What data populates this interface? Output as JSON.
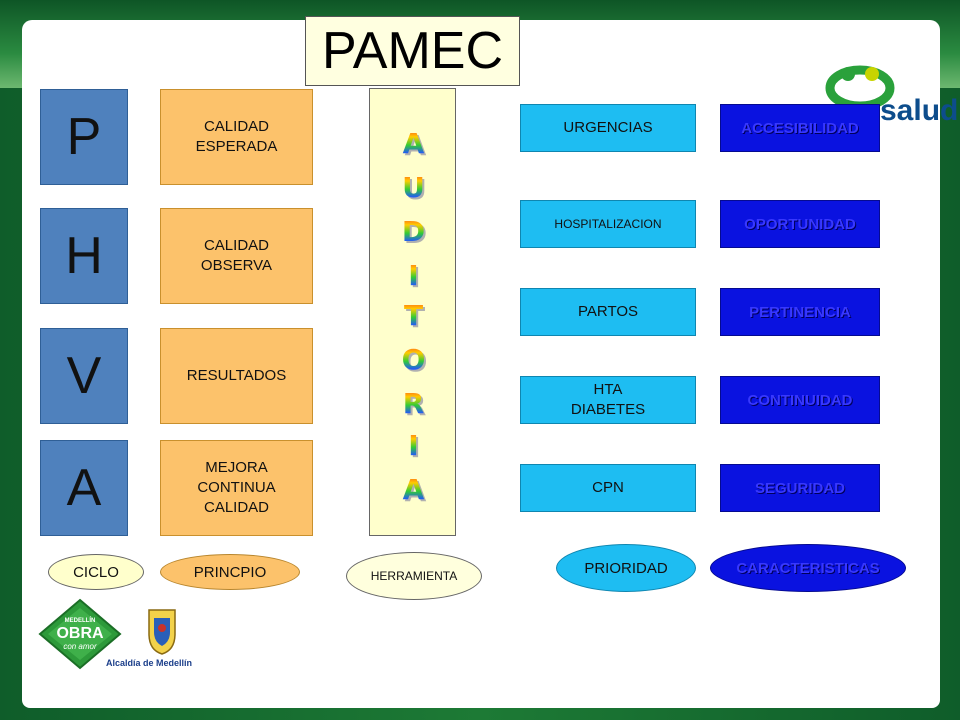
{
  "slide": {
    "title": "PAMEC",
    "brand_text": "salud",
    "cycle": {
      "letters": [
        "P",
        "H",
        "V",
        "A"
      ],
      "principles": [
        "CALIDAD\nESPERADA",
        "CALIDAD\nOBSERVA",
        "RESULTADOS",
        "MEJORA\nCONTINUA\nCALIDAD"
      ]
    },
    "audit_letters": [
      "A",
      "U",
      "D",
      "I",
      "T",
      "O",
      "R",
      "I",
      "A"
    ],
    "services": [
      "URGENCIAS",
      "HOSPITALIZACION",
      "PARTOS",
      "HTA\nDIABETES",
      "CPN"
    ],
    "qualities": [
      "ACCESIBILIDAD",
      "OPORTUNIDAD",
      "PERTINENCIA",
      "CONTINUIDAD",
      "SEGURIDAD"
    ],
    "legend": {
      "ciclo": "CICLO",
      "principio": "PRINCPIO",
      "herramienta": "HERRAMIENTA",
      "prioridad": "PRIORIDAD",
      "caracteristicas": "CARACTERISTICAS"
    },
    "footer_logo": {
      "top": "MEDELLÍN",
      "main": "OBRA",
      "sub": "con amor",
      "caption": "Alcaldía de Medellín"
    }
  }
}
